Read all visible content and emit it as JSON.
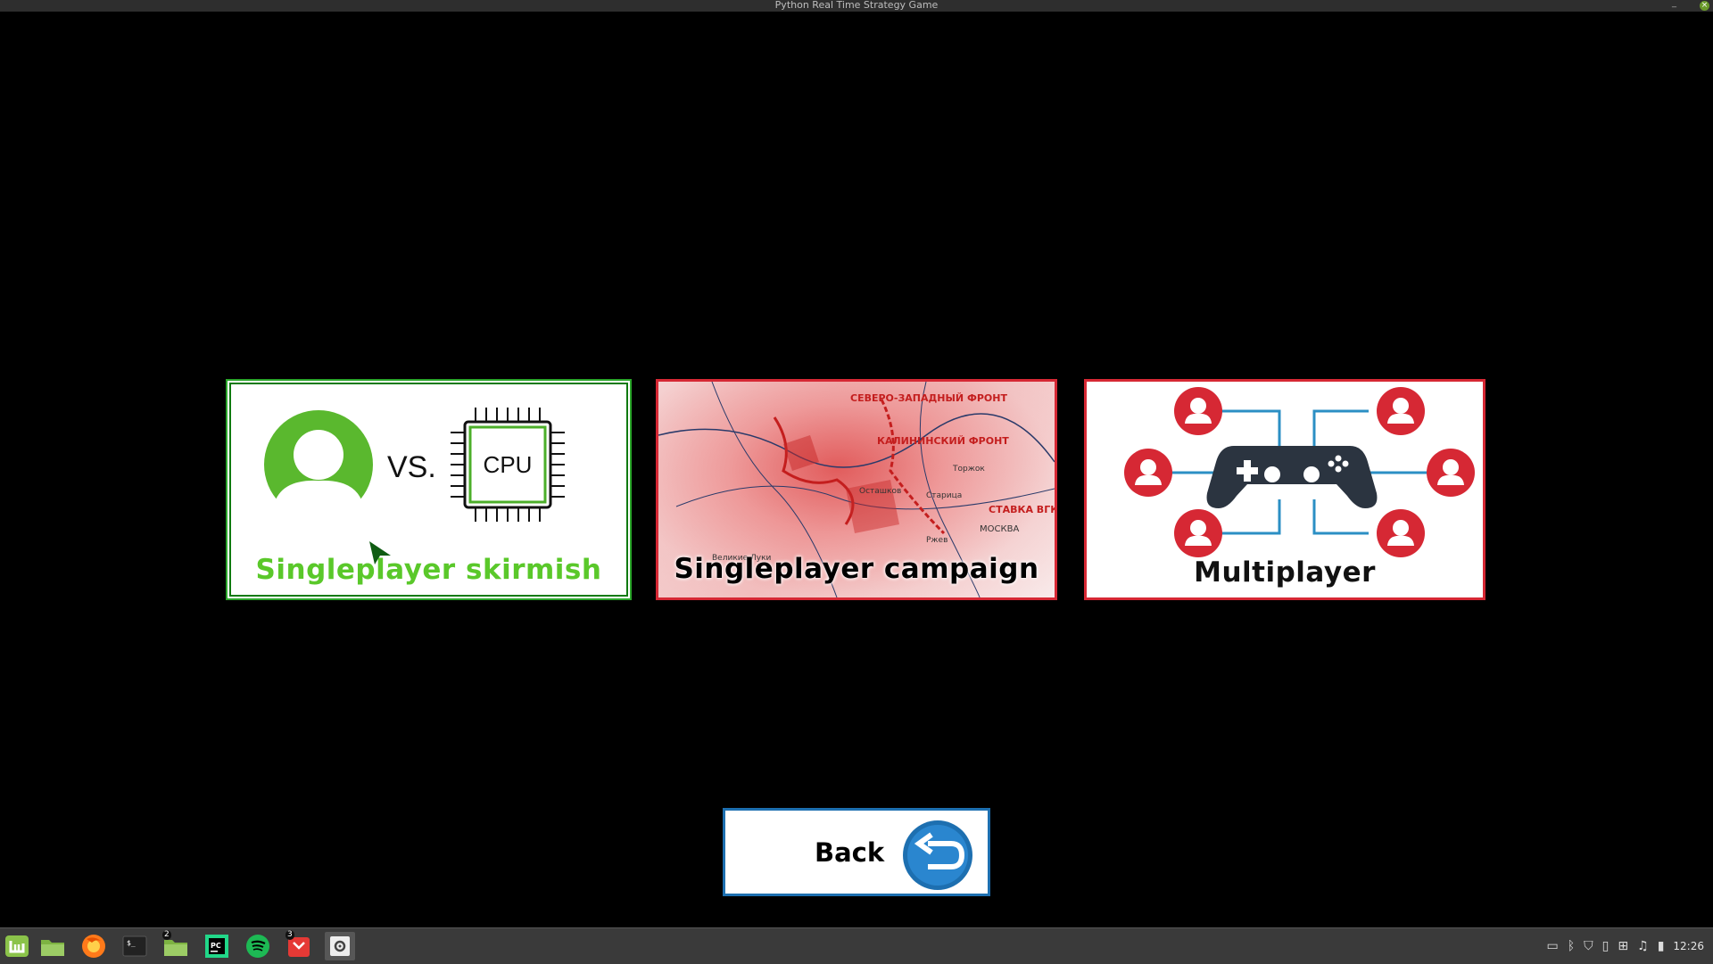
{
  "window": {
    "title": "Python Real Time Strategy Game"
  },
  "menu": {
    "skirmish": {
      "label": "Singleplayer skirmish",
      "vs_text": "VS.",
      "cpu_text": "CPU",
      "color_selected": "#5ac82a"
    },
    "campaign": {
      "label": "Singleplayer campaign",
      "map_labels": [
        "СЕВЕРО-ЗАПАДНЫЙ ФРОНТ",
        "КАЛИНИНСКИЙ ФРОНТ",
        "СТАВКА ВГК",
        "МОСКВА",
        "Осташков",
        "Ржев",
        "Великие Луки",
        "Торжок",
        "Старица"
      ]
    },
    "multiplayer": {
      "label": "Multiplayer"
    },
    "back": {
      "label": "Back"
    },
    "accent_unselected": "#d62834",
    "accent_back": "#1d6fb0"
  },
  "taskbar": {
    "items": [
      {
        "name": "mint-menu",
        "badge": ""
      },
      {
        "name": "files",
        "badge": ""
      },
      {
        "name": "firefox",
        "badge": ""
      },
      {
        "name": "terminal",
        "badge": ""
      },
      {
        "name": "files-2",
        "badge": "2"
      },
      {
        "name": "pycharm",
        "badge": ""
      },
      {
        "name": "spotify",
        "badge": ""
      },
      {
        "name": "app-3",
        "badge": "3"
      },
      {
        "name": "game-window",
        "badge": ""
      }
    ],
    "clock": "12:26"
  }
}
